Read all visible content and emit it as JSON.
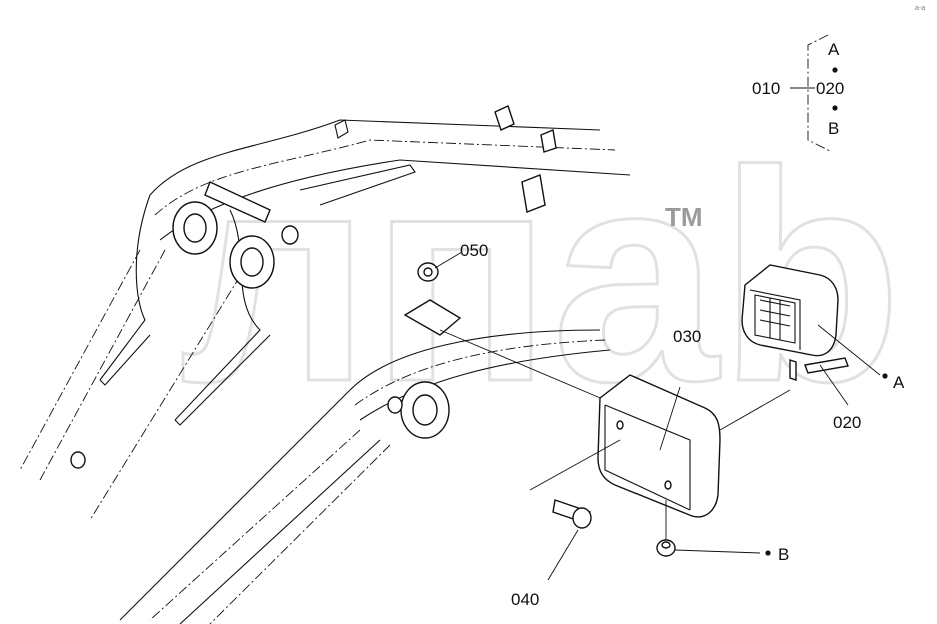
{
  "diagram": {
    "watermark": {
      "text": "лпаb",
      "trademark": "TM"
    },
    "legend": {
      "assembly": "010",
      "item": "020",
      "marker_a": "A",
      "marker_b": "B"
    },
    "callouts": {
      "p050": "050",
      "p030": "030",
      "p020": "020",
      "p040": "040",
      "a": "A",
      "b": "B"
    },
    "corner_mark": "a-a"
  }
}
